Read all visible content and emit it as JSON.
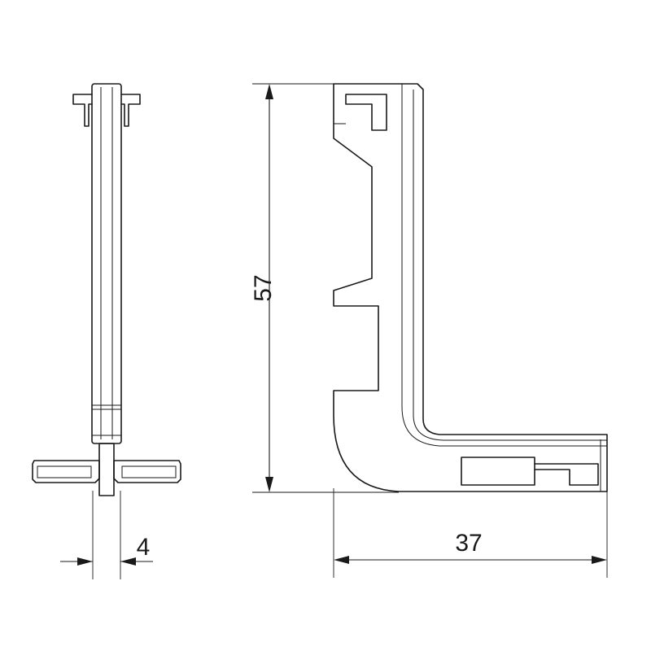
{
  "drawing": {
    "dimensions": {
      "height_label": "57",
      "width_label": "37",
      "thickness_label": "4"
    },
    "colors": {
      "line": "#1a1a1a",
      "background": "#ffffff"
    }
  }
}
